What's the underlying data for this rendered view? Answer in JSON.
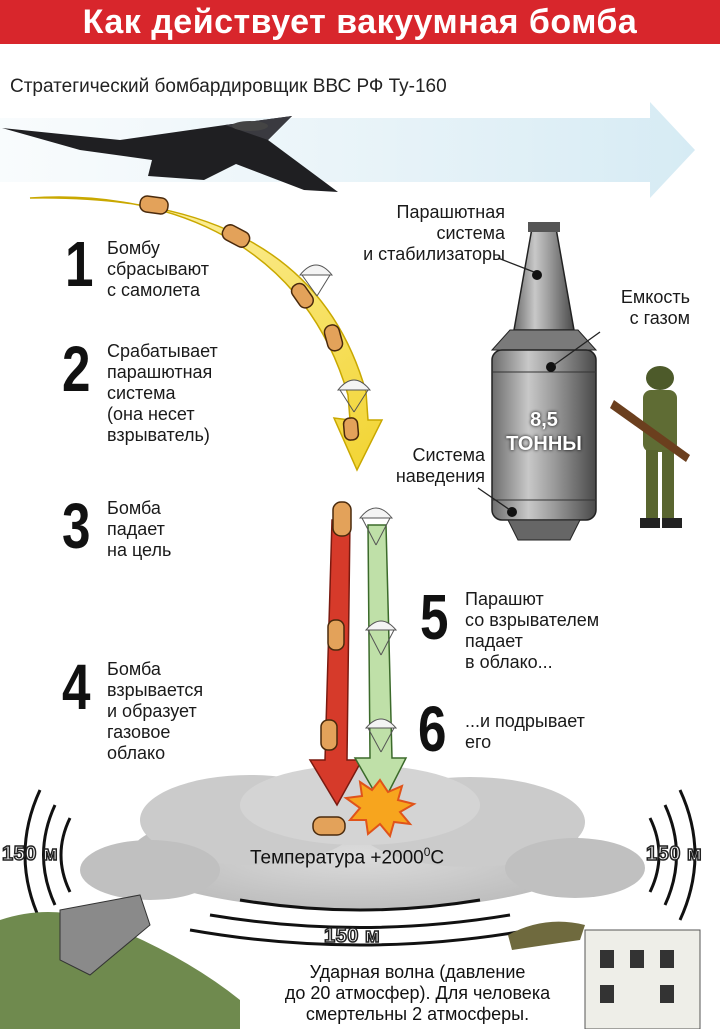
{
  "title": "Как действует вакуумная бомба",
  "subtitle": "Стратегический бомбардировщик ВВС РФ Ту-160",
  "bomb": {
    "label_parachute": [
      "Парашютная",
      "система",
      "и стабилизаторы"
    ],
    "label_tank": [
      "Емкость",
      "с газом"
    ],
    "label_guidance": [
      "Система",
      "наведения"
    ],
    "weight_value": "8,5",
    "weight_unit": "тонны"
  },
  "steps": [
    {
      "num": "1",
      "lines": [
        "Бомбу",
        "сбрасывают",
        "с самолета"
      ]
    },
    {
      "num": "2",
      "lines": [
        "Срабатывает",
        "парашютная",
        "система",
        "(она несет",
        "взрыватель)"
      ]
    },
    {
      "num": "3",
      "lines": [
        "Бомба",
        "падает",
        "на цель"
      ]
    },
    {
      "num": "4",
      "lines": [
        "Бомба",
        "взрывается",
        "и образует",
        "газовое",
        "облако"
      ]
    },
    {
      "num": "5",
      "lines": [
        "Парашют",
        "со взрывателем",
        "падает",
        "в облако..."
      ]
    },
    {
      "num": "6",
      "lines": [
        "...и подрывает",
        "его"
      ]
    }
  ],
  "temperature": {
    "text": "Температура +2000",
    "degree": "0",
    "unit": "C"
  },
  "distances": {
    "left": "150 м",
    "right": "150 м",
    "bottom": "150 м"
  },
  "shockwave": [
    "Ударная волна (давление",
    "до 20 атмосфер). Для человека",
    "смертельны 2 атмосферы."
  ],
  "colors": {
    "title_bg": "#d8262c",
    "yellow_arrow": "#f3dc3c",
    "red_arrow": "#d63a2a",
    "green_arrow": "#bfe0a8",
    "cloud": "#c9c9c9"
  }
}
